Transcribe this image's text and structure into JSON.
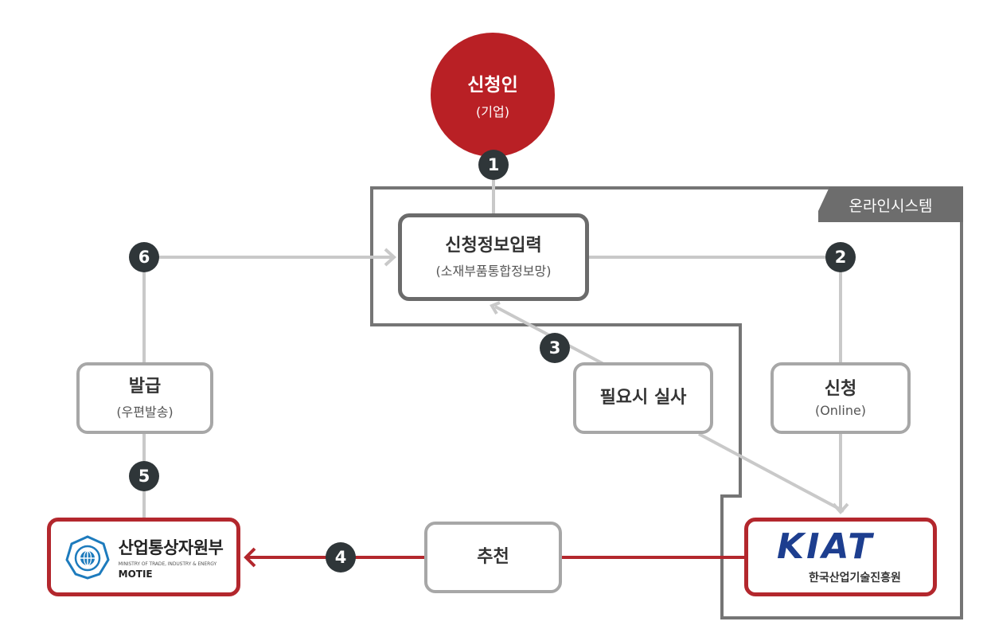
{
  "applicant": {
    "title": "신청인",
    "subtitle": "(기업)"
  },
  "system": {
    "tag": "온라인시스템"
  },
  "input_box": {
    "title": "신청정보입력",
    "subtitle": "(소재부품통합정보망)"
  },
  "apply_box": {
    "title": "신청",
    "subtitle": "(Online)"
  },
  "inspection_box": {
    "title": "필요시 실사"
  },
  "issue_box": {
    "title": "발급",
    "subtitle": "(우편발송)"
  },
  "recommend_box": {
    "title": "추천"
  },
  "motie": {
    "name": "산업통상자원부",
    "english": "MINISTRY OF TRADE, INDUSTRY & ENERGY",
    "abbr": "MOTIE"
  },
  "kiat": {
    "logo_text": "KIAT",
    "name": "한국산업기술진흥원"
  },
  "steps": [
    "1",
    "2",
    "3",
    "4",
    "5",
    "6"
  ],
  "colors": {
    "red": "#b92025",
    "dark_border": "#6b6b6b",
    "gray_border": "#a7a7a7",
    "step_badge": "#2f3639",
    "kiat_blue": "#1d3e8f"
  }
}
